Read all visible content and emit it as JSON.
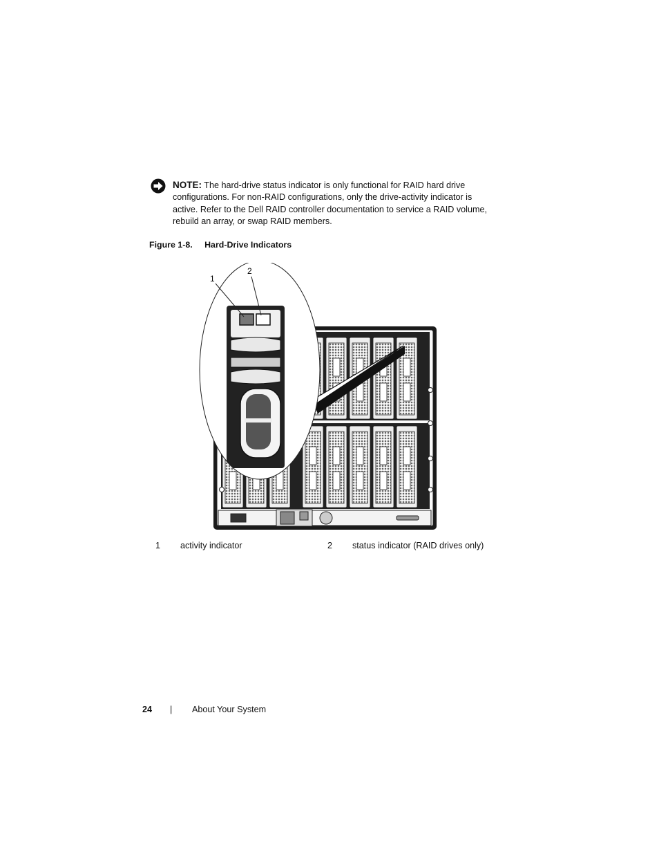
{
  "note": {
    "label": "NOTE:",
    "text": " The hard-drive status indicator is only functional for RAID hard drive configurations. For non-RAID configurations, only the drive-activity indicator is active. Refer to the Dell RAID controller documentation to service a RAID volume, rebuild an array, or swap RAID members.",
    "icon": "note-arrow-icon"
  },
  "figure": {
    "number": "Figure 1-8.",
    "title": "Hard-Drive Indicators",
    "callout_1": "1",
    "callout_2": "2"
  },
  "legend": [
    {
      "num": "1",
      "label": "activity indicator"
    },
    {
      "num": "2",
      "label": "status indicator (RAID drives only)"
    }
  ],
  "footer": {
    "page_number": "24",
    "separator": "|",
    "section": "About Your System"
  }
}
